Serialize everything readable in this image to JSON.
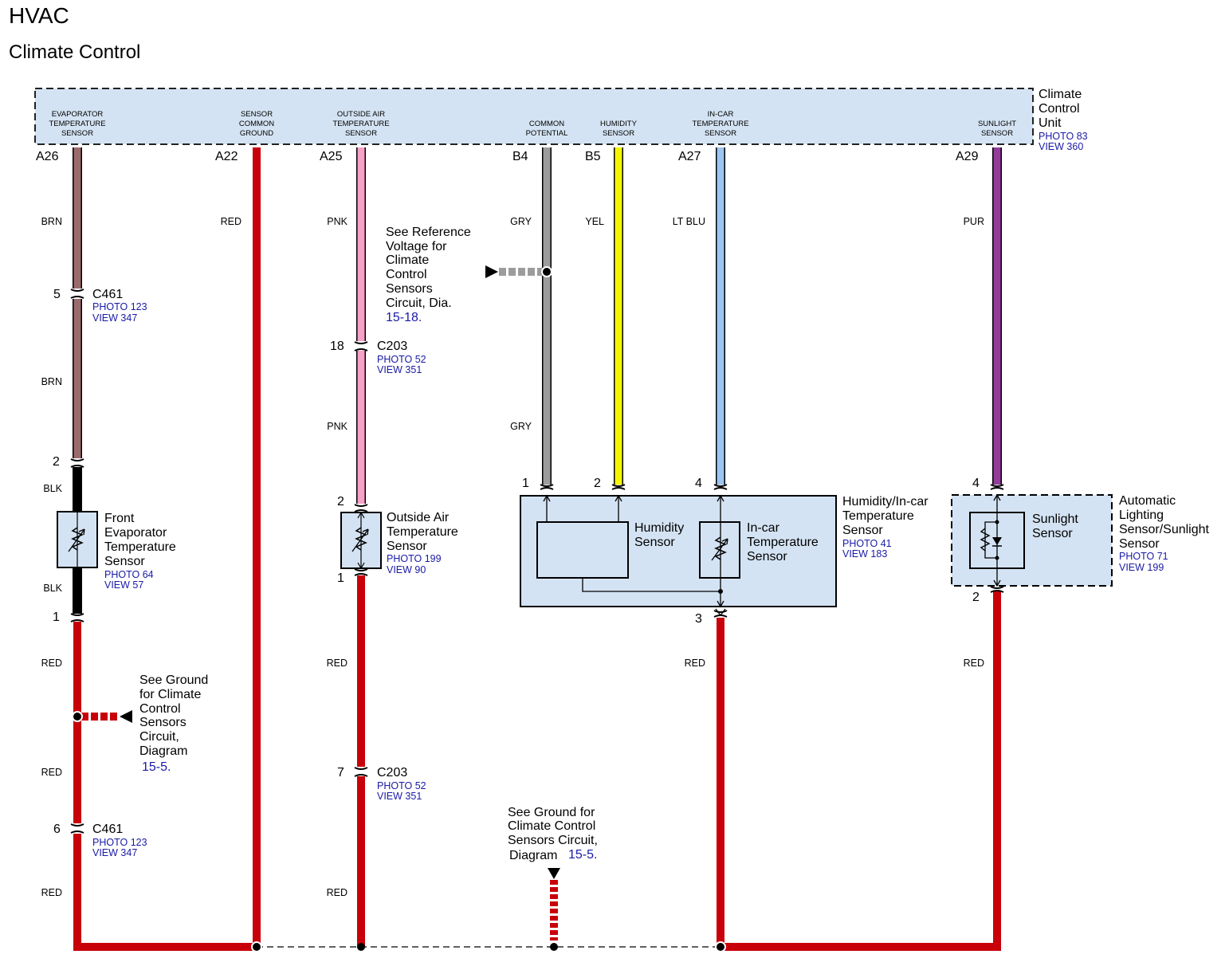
{
  "header": {
    "title": "HVAC",
    "subtitle": "Climate Control"
  },
  "unit": {
    "name_lines": [
      "Climate",
      "Control",
      "Unit"
    ],
    "photo": "PHOTO 83",
    "view": "VIEW 360",
    "pin_labels": [
      {
        "key": "evap",
        "lines": [
          "EVAPORATOR",
          "TEMPERATURE",
          "SENSOR"
        ]
      },
      {
        "key": "gnd",
        "lines": [
          "SENSOR",
          "COMMON",
          "GROUND"
        ]
      },
      {
        "key": "oat",
        "lines": [
          "OUTSIDE AIR",
          "TEMPERATURE",
          "SENSOR"
        ]
      },
      {
        "key": "cp",
        "lines": [
          "COMMON",
          "POTENTIAL"
        ]
      },
      {
        "key": "hum",
        "lines": [
          "HUMIDITY",
          "SENSOR"
        ]
      },
      {
        "key": "ict",
        "lines": [
          "IN-CAR",
          "TEMPERATURE",
          "SENSOR"
        ]
      },
      {
        "key": "sun",
        "lines": [
          "SUNLIGHT",
          "SENSOR"
        ]
      }
    ]
  },
  "terminals": {
    "evap": "A26",
    "gnd": "A22",
    "oat": "A25",
    "cp": "B4",
    "hum": "B5",
    "ict": "A27",
    "sun": "A29"
  },
  "wire_colors": {
    "evap_top": "BRN",
    "evap_mid": "BRN",
    "evap_blk_top": "BLK",
    "evap_blk_bot": "BLK",
    "evap_red1": "RED",
    "evap_red2": "RED",
    "evap_red3": "RED",
    "gnd": "RED",
    "oat_top": "PNK",
    "oat_mid": "PNK",
    "oat_red1": "RED",
    "oat_red2": "RED",
    "cp_top": "GRY",
    "cp_mid": "GRY",
    "hum": "YEL",
    "ict_top": "LT BLU",
    "ict_red": "RED",
    "sun_top": "PUR",
    "sun_red": "RED"
  },
  "colors": {
    "brown": "#9b6a6a",
    "red": "#c8000a",
    "pink": "#f7a1c8",
    "gray": "#9c9c9c",
    "yellow": "#f5f500",
    "light_blue": "#9cc6ee",
    "purple": "#943c9c",
    "black": "#000000",
    "component_fill": "#d4e3f3",
    "link_blue": "#1a1aa6"
  },
  "connectors": {
    "c461_top": {
      "pin": "5",
      "name": "C461",
      "photo": "PHOTO 123",
      "view": "VIEW 347"
    },
    "c461_bot": {
      "pin": "6",
      "name": "C461",
      "photo": "PHOTO 123",
      "view": "VIEW 347"
    },
    "c203_top": {
      "pin": "18",
      "name": "C203",
      "photo": "PHOTO 52",
      "view": "VIEW 351"
    },
    "c203_bot": {
      "pin": "7",
      "name": "C203",
      "photo": "PHOTO 52",
      "view": "VIEW 351"
    }
  },
  "components": {
    "front_evap": {
      "pin_top": "2",
      "pin_bot": "1",
      "name_lines": [
        "Front",
        "Evaporator",
        "Temperature",
        "Sensor"
      ],
      "photo": "PHOTO 64",
      "view": "VIEW 57"
    },
    "outside_air": {
      "pin_top": "2",
      "pin_bot": "1",
      "name_lines": [
        "Outside Air",
        "Temperature",
        "Sensor"
      ],
      "photo": "PHOTO 199",
      "view": "VIEW 90"
    },
    "humidity": {
      "pins": [
        "1",
        "2",
        "4",
        "3"
      ],
      "name_lines": [
        "Humidity/In-car",
        "Temperature",
        "Sensor"
      ],
      "photo": "PHOTO 41",
      "view": "VIEW 183",
      "humidity_label": [
        "Humidity",
        "Sensor"
      ],
      "incar_label": [
        "In-car",
        "Temperature",
        "Sensor"
      ]
    },
    "sunlight": {
      "pin_top": "4",
      "pin_bot": "2",
      "name_lines": [
        "Automatic",
        "Lighting",
        "Sensor/Sunlight",
        "Sensor"
      ],
      "photo": "PHOTO 71",
      "view": "VIEW 199",
      "inner_label": [
        "Sunlight",
        "Sensor"
      ]
    }
  },
  "notes": {
    "reference_voltage": {
      "lines": [
        "See Reference",
        "Voltage for",
        "Climate",
        "Control",
        "Sensors",
        "Circuit, Dia."
      ],
      "link": "15-18."
    },
    "ground_left": {
      "lines": [
        "See Ground",
        "for Climate",
        "Control",
        "Sensors",
        "Circuit,",
        "Diagram"
      ],
      "link": "15-5."
    },
    "ground_bottom": {
      "lines": [
        "See Ground for",
        "Climate Control",
        "Sensors Circuit,"
      ],
      "last": "Diagram",
      "link": "15-5."
    }
  }
}
